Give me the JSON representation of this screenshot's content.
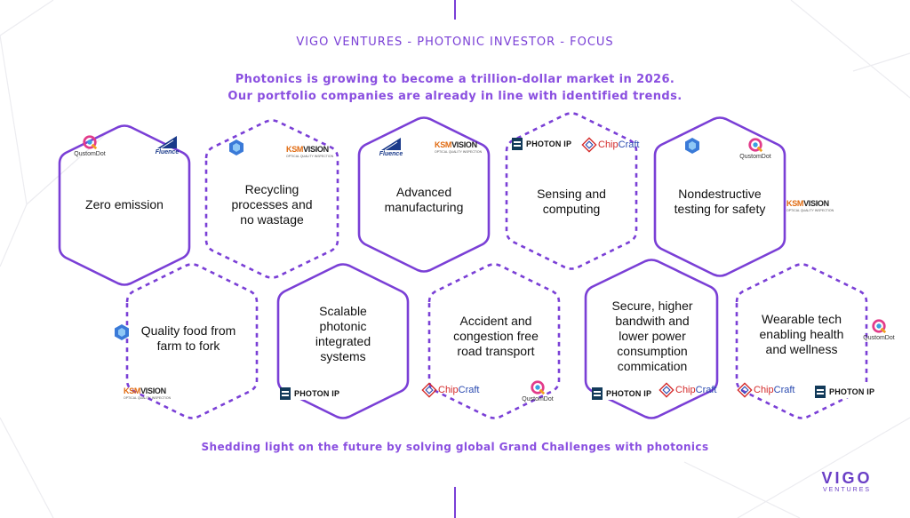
{
  "header": {
    "title": "VIGO VENTURES - PHOTONIC INVESTOR - FOCUS",
    "subtitle_line1": "Photonics is growing to become a trillion-dollar market in 2026.",
    "subtitle_line2": "Our portfolio companies are already in line with identified trends."
  },
  "footer": {
    "tagline": "Shedding light on the future by solving global Grand Challenges with photonics"
  },
  "brand": {
    "name": "VIGO",
    "sub": "VENTURES"
  },
  "colors": {
    "accent": "#7a3fd6",
    "text": "#111111"
  },
  "logo_names": {
    "qustomdot": "QustomDot",
    "fluence": "Fluence",
    "ksm_k": "KSM",
    "ksm_v": "VISION",
    "ksm_tag": "OPTICAL QUALITY INSPECTION",
    "photonip": "PHOTON IP",
    "chip": "Chip",
    "craft": "Craft"
  },
  "hexagons": [
    {
      "label_lines": [
        "Zero emission"
      ],
      "style": "solid"
    },
    {
      "label_lines": [
        "Recycling",
        "processes and",
        "no wastage"
      ],
      "style": "dashed"
    },
    {
      "label_lines": [
        "Advanced",
        "manufacturing"
      ],
      "style": "solid"
    },
    {
      "label_lines": [
        "Sensing and",
        "computing"
      ],
      "style": "dashed"
    },
    {
      "label_lines": [
        "Nondestructive",
        "testing for safety"
      ],
      "style": "solid"
    },
    {
      "label_lines": [
        "Quality food from",
        "farm to fork"
      ],
      "style": "dashed"
    },
    {
      "label_lines": [
        "Scalable",
        "photonic",
        "integrated",
        "systems"
      ],
      "style": "solid"
    },
    {
      "label_lines": [
        "Accident and",
        "congestion free",
        "road transport"
      ],
      "style": "dashed"
    },
    {
      "label_lines": [
        "Secure, higher",
        "bandwith and",
        "lower power",
        "consumption",
        "commication"
      ],
      "style": "solid"
    },
    {
      "label_lines": [
        "Wearable tech",
        "enabling health",
        "and wellness"
      ],
      "style": "dashed"
    }
  ]
}
